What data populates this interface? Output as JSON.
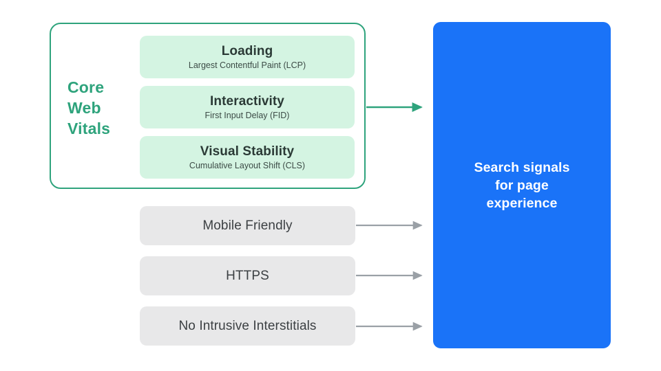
{
  "diagram": {
    "title": "Search signals for page experience",
    "colors": {
      "green_accent": "#2ea37c",
      "mint_card": "#d4f4e2",
      "grey_card": "#e8e8e9",
      "blue_box": "#1a73f8",
      "grey_arrow": "#9aa0a6",
      "dark_text": "#3c4043",
      "background": "#ffffff"
    }
  },
  "core_web_vitals": {
    "group_label": "Core\nWeb\nVitals",
    "group_label_lines": [
      "Core",
      "Web",
      "Vitals"
    ],
    "items": [
      {
        "title": "Loading",
        "subtitle": "Largest Contentful Paint (LCP)"
      },
      {
        "title": "Interactivity",
        "subtitle": "First Input Delay (FID)"
      },
      {
        "title": "Visual Stability",
        "subtitle": "Cumulative Layout Shift (CLS)"
      }
    ]
  },
  "other_signals": [
    {
      "label": "Mobile Friendly"
    },
    {
      "label": "HTTPS"
    },
    {
      "label": "No Intrusive Interstitials"
    }
  ],
  "outcome": {
    "label": "Search signals\nfor page\nexperience"
  }
}
